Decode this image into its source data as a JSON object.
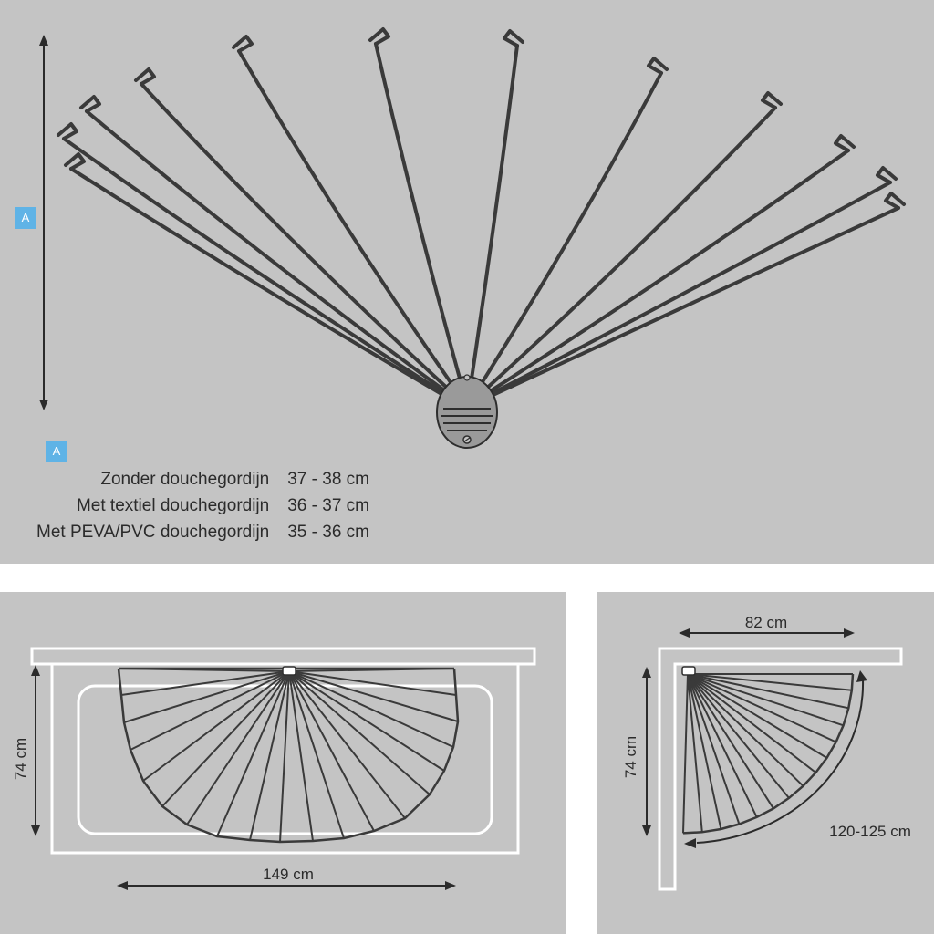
{
  "dimension_marker": "A",
  "legend_marker": "A",
  "measurements": [
    {
      "label": "Zonder douchegordijn",
      "value": "37 - 38 cm"
    },
    {
      "label": "Met textiel douchegordijn",
      "value": "36 - 37 cm"
    },
    {
      "label": "Met PEVA/PVC douchegordijn",
      "value": "35 - 36 cm"
    }
  ],
  "bathtub": {
    "width": "149 cm",
    "depth": "74 cm"
  },
  "corner": {
    "width": "82 cm",
    "depth": "74 cm",
    "arc": "120-125 cm"
  },
  "colors": {
    "panel": "#c4c4c4",
    "rod": "#3a3a3a",
    "badge": "#5fb3e6",
    "outline": "#ffffff"
  }
}
